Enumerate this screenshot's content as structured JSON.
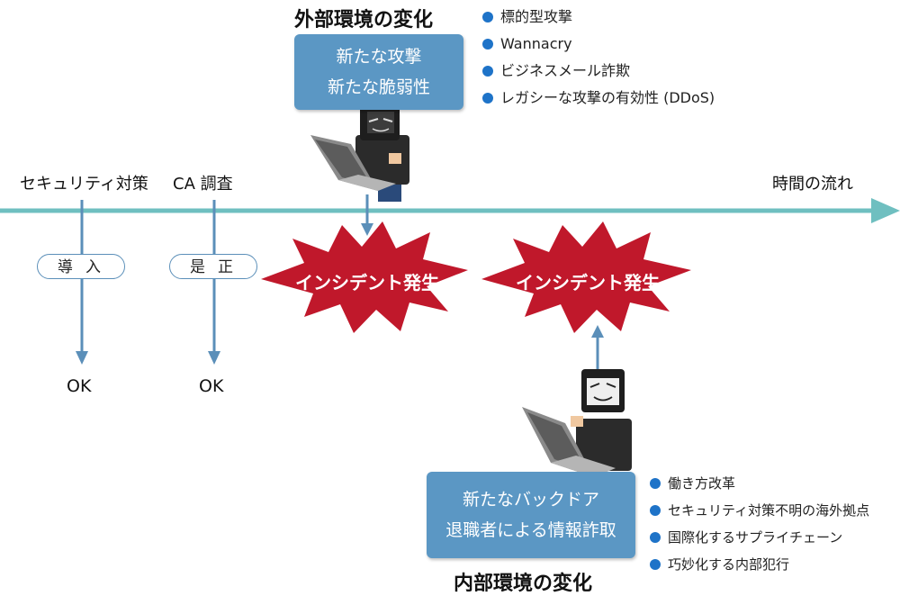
{
  "external": {
    "heading": "外部環境の変化",
    "box_lines": [
      "新たな攻撃",
      "新たな脆弱性"
    ],
    "bullets": [
      "標的型攻撃",
      "Wannacry",
      "ビジネスメール詐欺",
      "レガシーな攻撃の有効性 (DDoS)"
    ]
  },
  "internal": {
    "heading": "内部環境の変化",
    "box_lines": [
      "新たなバックドア",
      "退職者による情報詐取"
    ],
    "bullets": [
      "働き方改革",
      "セキュリティ対策不明の海外拠点",
      "国際化するサプライチェーン",
      "巧妙化する内部犯行"
    ]
  },
  "timeline": {
    "left_label": "セキュリティ対策",
    "mid_label": "CA 調査",
    "right_label": "時間の流れ",
    "pill_1": "導入",
    "pill_2": "是正",
    "result_1": "OK",
    "result_2": "OK"
  },
  "incidents": [
    "インシデント発生",
    "インシデント発生"
  ],
  "colors": {
    "timeline": "#6fbfc0",
    "arrow": "#5b8fb9",
    "box": "#5b97c4",
    "burst": "#c0182b",
    "bullet": "#1e73c8"
  }
}
